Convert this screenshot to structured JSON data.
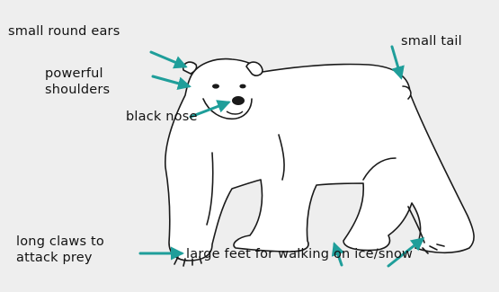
{
  "diagram": {
    "labels": {
      "ears": "small round ears",
      "shoulders_line1": "powerful",
      "shoulders_line2": "shoulders",
      "nose": "black nose",
      "tail": "small tail",
      "claws_line1": "long claws to",
      "claws_line2": "attack prey",
      "feet": "large feet for walking on ice/snow"
    },
    "colors": {
      "background": "#eeeeee",
      "arrow": "#1f9e9a",
      "outline": "#1a1a1a",
      "fur": "#ffffff"
    }
  }
}
